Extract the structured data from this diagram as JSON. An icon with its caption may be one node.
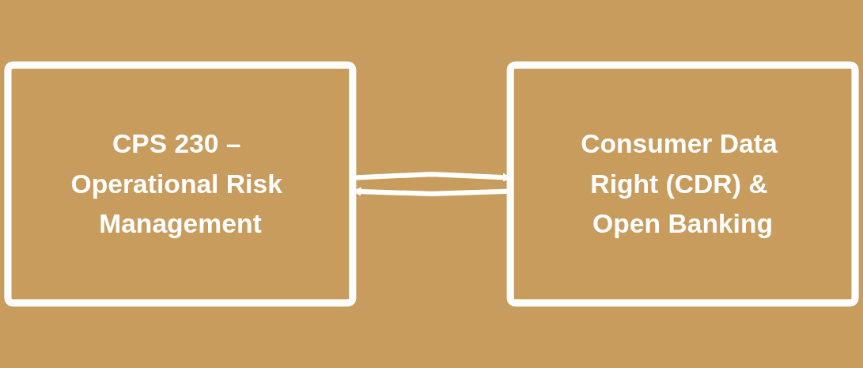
{
  "diagram": {
    "nodes": [
      {
        "text": [
          "CPS 230 – Operational Risk Management"
        ]
      },
      {
        "text": [
          "Consumer Data Right (CDR) & Open Banking"
        ]
      }
    ],
    "edges": [
      {
        "from": 0,
        "to": 1,
        "arrow": "to"
      },
      {
        "from": 1,
        "to": 0,
        "arrow": "to"
      }
    ]
  }
}
